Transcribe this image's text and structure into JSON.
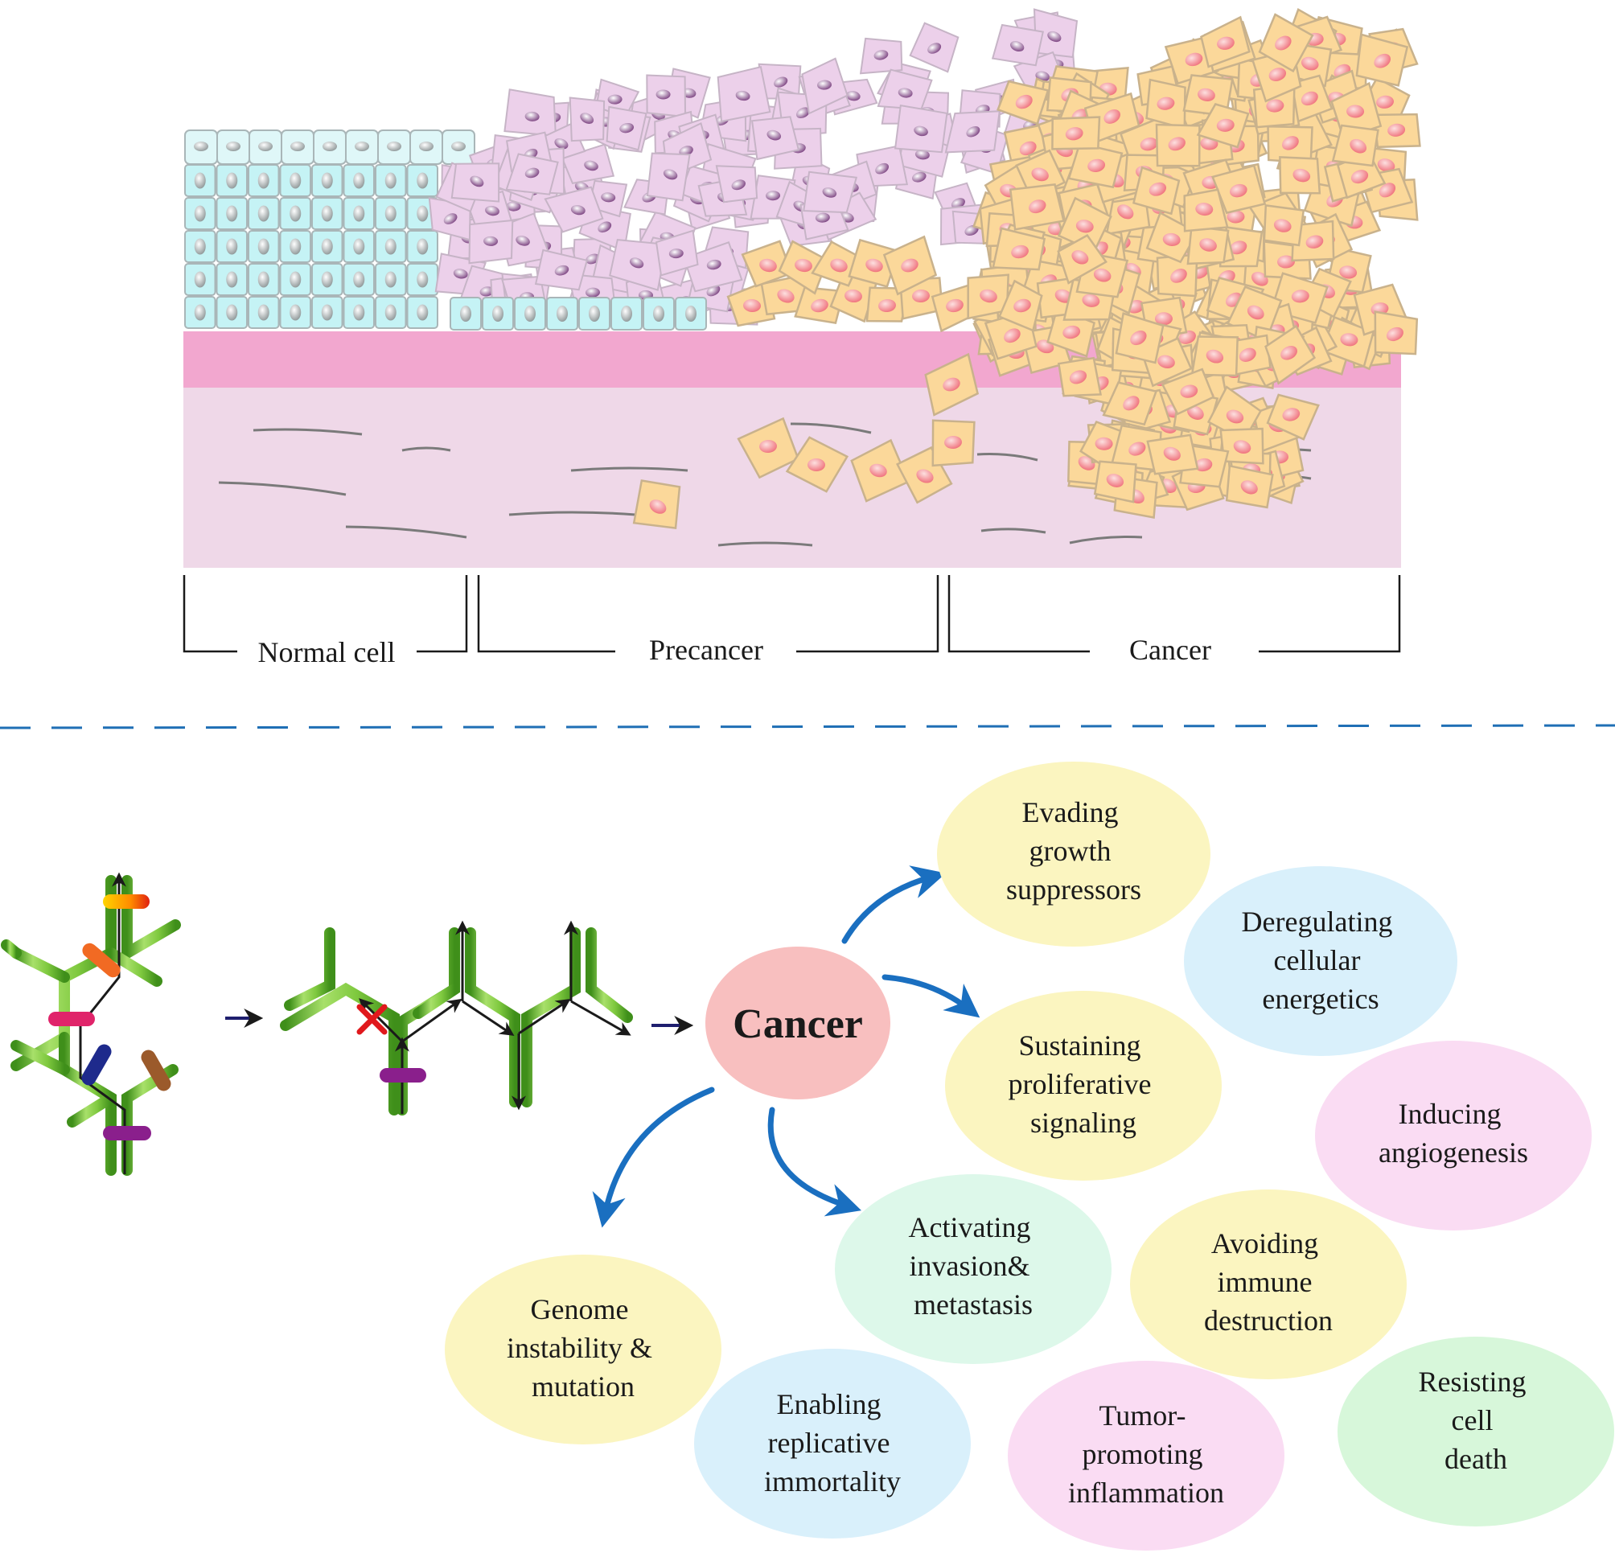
{
  "stages": [
    "Normal cell",
    "Precancer",
    "Cancer"
  ],
  "center_label": "Cancer",
  "hallmarks": [
    {
      "lines": [
        "Evading",
        "growth",
        "suppressors"
      ],
      "color": "#fbf5c0"
    },
    {
      "lines": [
        "Deregulating",
        "cellular",
        "energetics"
      ],
      "color": "#d9f0fb"
    },
    {
      "lines": [
        "Sustaining",
        "proliferative",
        "signaling"
      ],
      "color": "#fbf5c0"
    },
    {
      "lines": [
        "Inducing",
        "angiogenesis"
      ],
      "color": "#fadcf3"
    },
    {
      "lines": [
        "Activating",
        "invasion&",
        "metastasis"
      ],
      "color": "#ddf8ea"
    },
    {
      "lines": [
        "Avoiding",
        "immune",
        "destruction"
      ],
      "color": "#fbf5c0"
    },
    {
      "lines": [
        "Genome",
        "instability &",
        "mutation"
      ],
      "color": "#fbf5c0"
    },
    {
      "lines": [
        "Enabling",
        "replicative",
        "immortality"
      ],
      "color": "#d9f0fb"
    },
    {
      "lines": [
        "Tumor-",
        "promoting",
        "inflammation"
      ],
      "color": "#fadcf3"
    },
    {
      "lines": [
        "Resisting",
        "cell",
        "death"
      ],
      "color": "#d7f7da"
    }
  ],
  "colors": {
    "normal_cell": "#c5f3f5",
    "precancer_cell": "#ecd0ea",
    "cancer_cell": "#fbd89a",
    "cancer_nucleus": "#f58a90",
    "basement_membrane": "#f2a7cf",
    "stroma": "#efd8e8",
    "arrow_blue": "#1a6fc0",
    "divider": "#1f6fb5",
    "center_bubble": "#f8bfbf"
  }
}
